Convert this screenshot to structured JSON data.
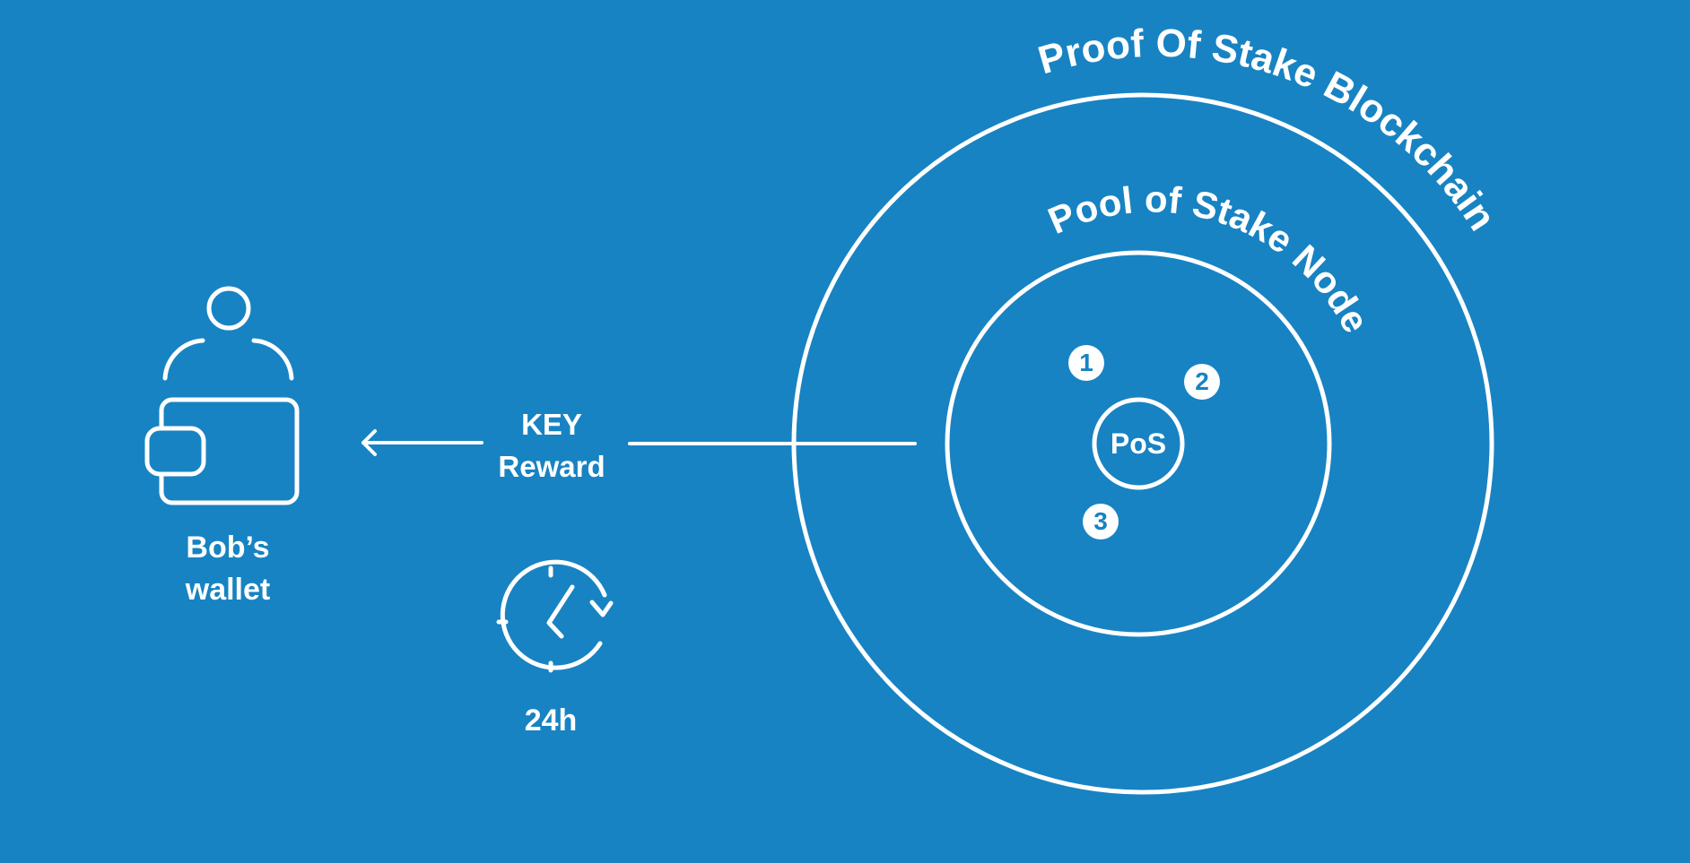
{
  "colors": {
    "background": "#1783c3",
    "foreground": "#ffffff"
  },
  "wallet": {
    "icon": "user-wallet-icon",
    "label_line1": "Bob’s",
    "label_line2": "wallet"
  },
  "transfer": {
    "arrow_icon": "arrow-left-icon",
    "label_line1": "KEY",
    "label_line2": "Reward"
  },
  "timer": {
    "icon": "clock-refresh-icon",
    "label": "24h"
  },
  "blockchain": {
    "outer_label": "Proof Of Stake Blockchain",
    "inner_label": "Pool of Stake Node",
    "center_label": "PoS",
    "nodes": [
      "1",
      "2",
      "3"
    ]
  }
}
